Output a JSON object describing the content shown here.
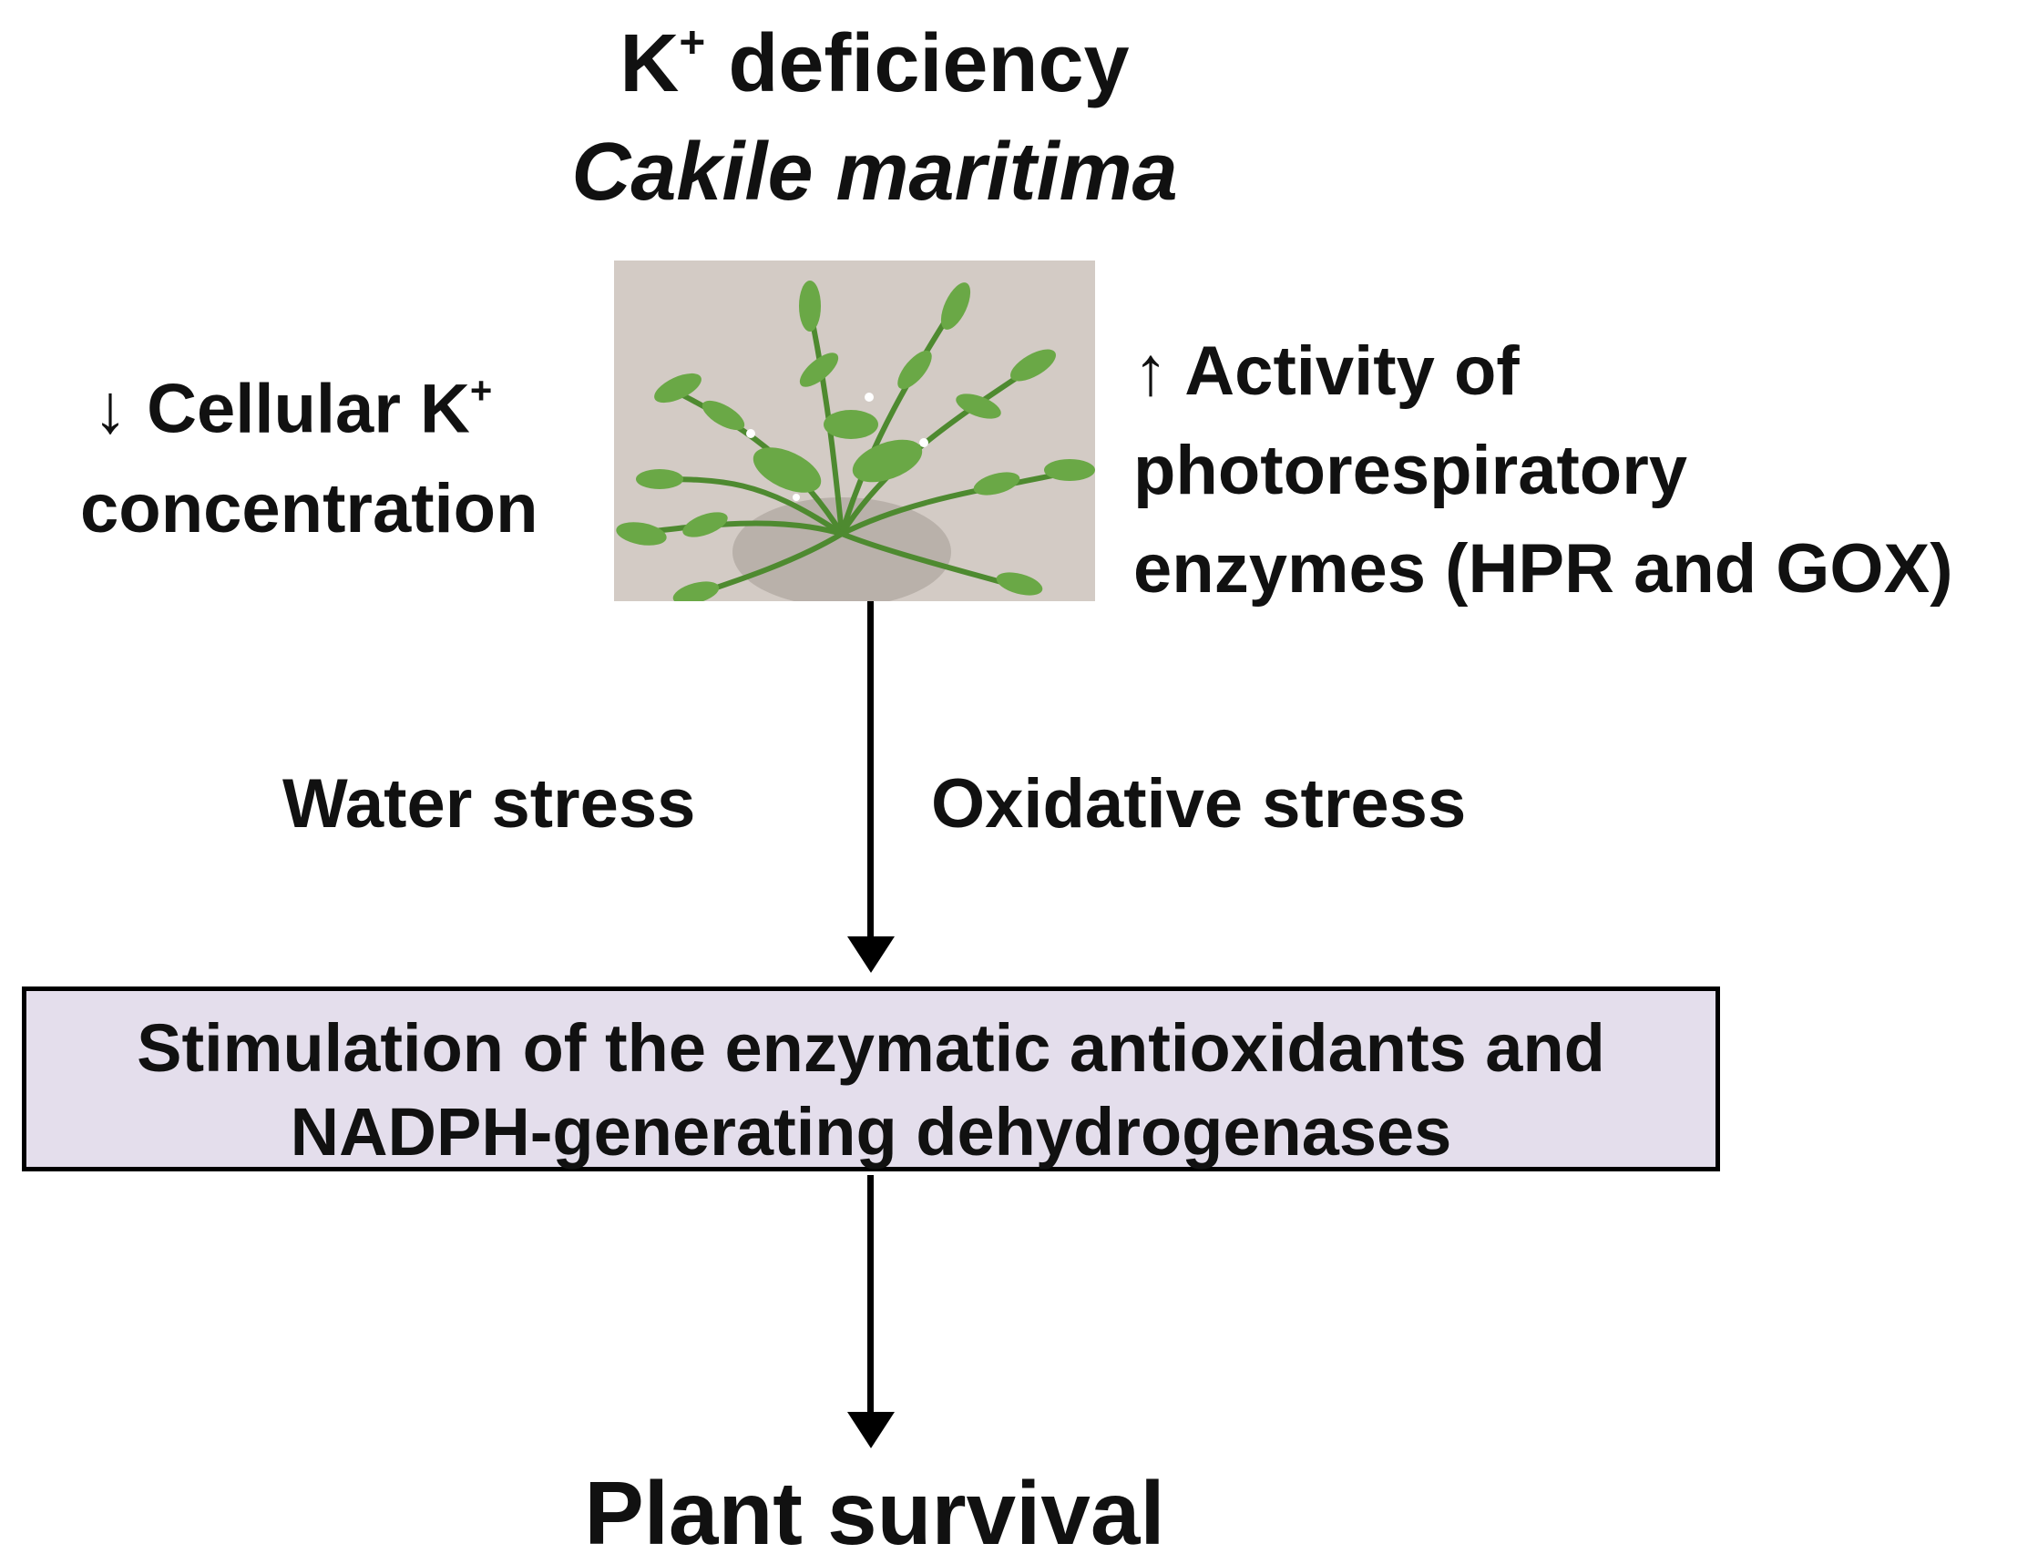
{
  "title": {
    "line1_main": "K",
    "line1_sup": "+",
    "line1_rest": " deficiency",
    "species": "Cakile maritima"
  },
  "left_annotation": {
    "arrow": "↓",
    "line1_main": "Cellular K",
    "line1_sup": "+",
    "line2": "concentration"
  },
  "right_annotation": {
    "arrow": "↑",
    "line1": "Activity of",
    "line2": "photorespiratory",
    "line3": "enzymes (HPR and GOX)"
  },
  "branch_labels": {
    "left": "Water stress",
    "right": "Oxidative stress"
  },
  "box": {
    "line1": "Stimulation of the enzymatic antioxidants and",
    "line2": "NADPH-generating dehydrogenases",
    "fill_color": "#e4deec"
  },
  "outcome": "Plant survival",
  "photo": {
    "subject": "Cakile maritima plant",
    "foliage_color": "#5f9a3c",
    "background_color": "#d3cbc5"
  }
}
